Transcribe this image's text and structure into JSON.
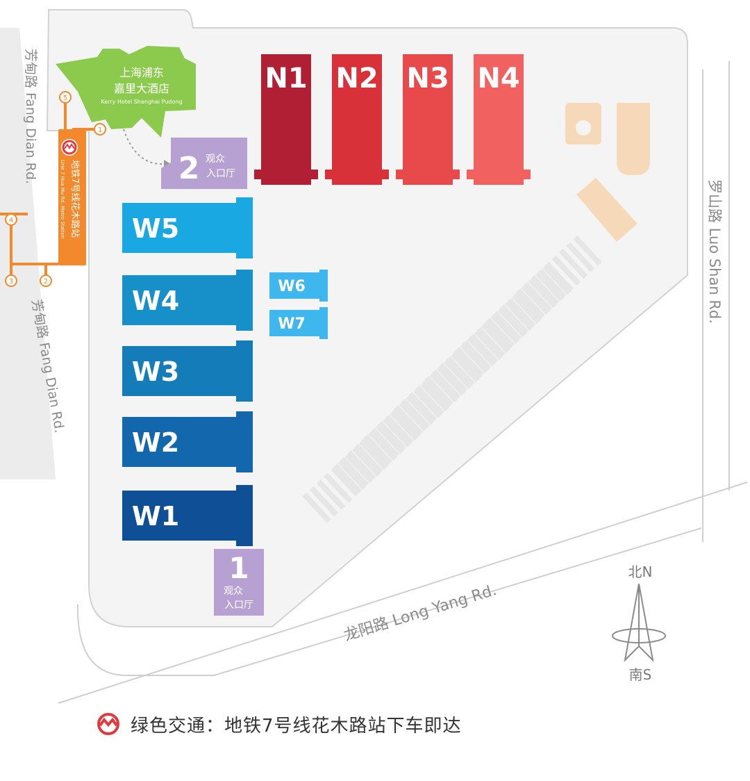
{
  "halls": {
    "north": [
      {
        "id": "N1",
        "label": "N1",
        "color": "#b11f35"
      },
      {
        "id": "N2",
        "label": "N2",
        "color": "#d8313a"
      },
      {
        "id": "N3",
        "label": "N3",
        "color": "#e84a4b"
      },
      {
        "id": "N4",
        "label": "N4",
        "color": "#f0615f"
      }
    ],
    "west": [
      {
        "id": "W5",
        "label": "W5",
        "color": "#1aa8e2"
      },
      {
        "id": "W4",
        "label": "W4",
        "color": "#1790c9"
      },
      {
        "id": "W3",
        "label": "W3",
        "color": "#147cb8"
      },
      {
        "id": "W2",
        "label": "W2",
        "color": "#1267ad"
      },
      {
        "id": "W1",
        "label": "W1",
        "color": "#0e4f95"
      }
    ],
    "small": [
      {
        "id": "W6",
        "label": "W6",
        "color": "#3db7ee"
      },
      {
        "id": "W7",
        "label": "W7",
        "color": "#3db7ee"
      }
    ]
  },
  "entrances": [
    {
      "id": "entrance-2",
      "number": "2",
      "line1": "观众",
      "line2": "入口厅",
      "color": "#b7a1d3"
    },
    {
      "id": "entrance-1",
      "number": "1",
      "line1": "观众",
      "line2": "入口厅",
      "color": "#b7a1d3"
    }
  ],
  "hotel": {
    "name_cn_line1": "上海浦东",
    "name_cn_line2": "嘉里大酒店",
    "name_en": "Kerry Hotel Shanghai Pudong",
    "color": "#8cca4e"
  },
  "metro": {
    "station_cn": "地铁7号线花木路站",
    "station_en": "Line 7 Hua Mu Rd. Metro Station",
    "color": "#f28a2d",
    "exits": [
      "1",
      "2",
      "3",
      "4",
      "5"
    ]
  },
  "roads": {
    "fang_dian_top": "芳甸路 Fang Dian Rd.",
    "fang_dian_bottom": "芳甸路 Fang Dian Rd.",
    "luo_shan": "罗山路 Luo Shan Rd.",
    "long_yang": "龙阳路 Long Yang Rd."
  },
  "compass": {
    "north": "北N",
    "south": "南S"
  },
  "footer": {
    "text": "绿色交通：地铁7号线花木路站下车即达",
    "metro_logo_color": "#e03a3e"
  }
}
